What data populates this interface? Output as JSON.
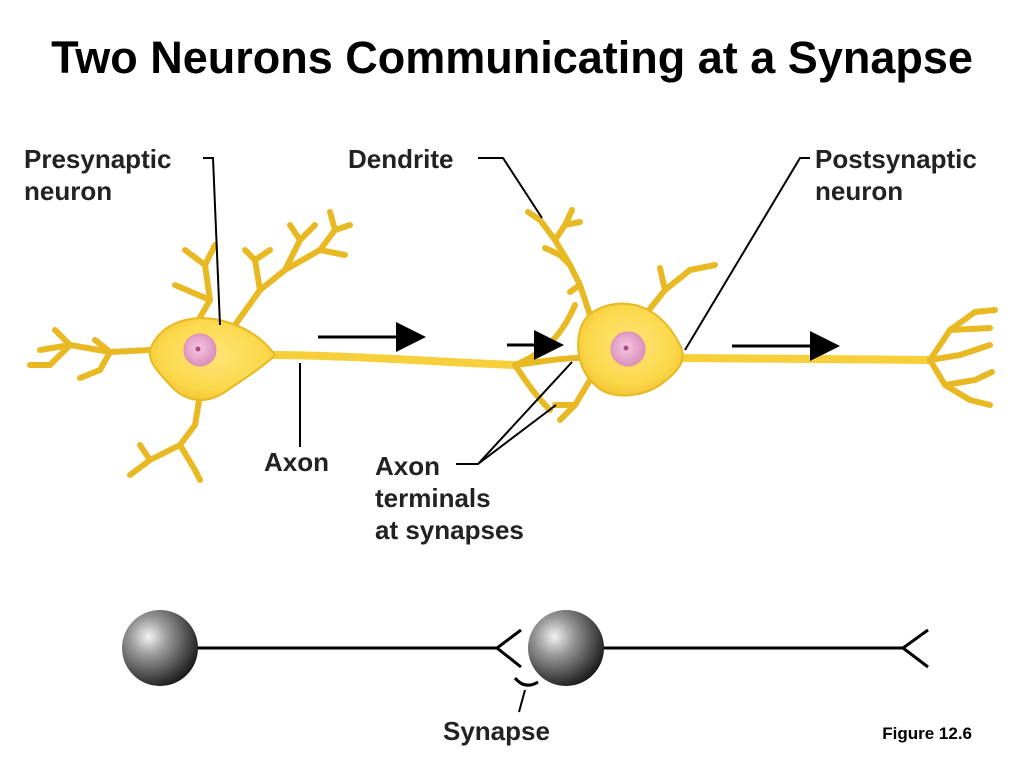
{
  "title": "Two Neurons Communicating at a Synapse",
  "labels": {
    "presynaptic": [
      "Presynaptic",
      "neuron"
    ],
    "dendrite": "Dendrite",
    "postsynaptic": [
      "Postsynaptic",
      "neuron"
    ],
    "axon": "Axon",
    "axon_terminals": [
      "Axon",
      "terminals",
      "at synapses"
    ],
    "synapse": "Synapse"
  },
  "figure_label": "Figure 12.6",
  "colors": {
    "neuron_fill": "#fbd84a",
    "neuron_stroke": "#e8b923",
    "nucleus": "#e8a0c8",
    "leader_line": "#000000",
    "label_text": "#222222"
  }
}
